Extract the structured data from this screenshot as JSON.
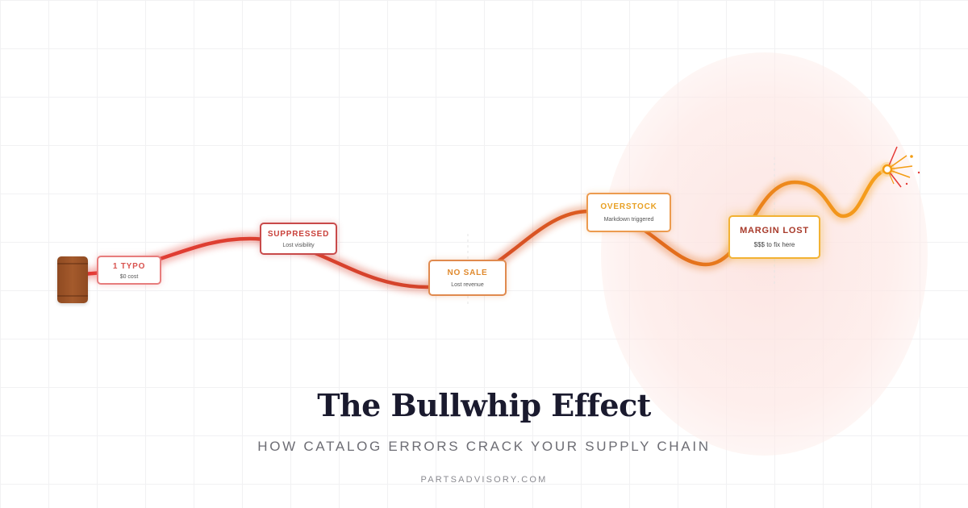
{
  "title": "The Bullwhip Effect",
  "subtitle": "HOW CATALOG ERRORS CRACK YOUR SUPPLY CHAIN",
  "site": "PARTSADVISORY.COM",
  "colors": {
    "whip_start": "#e53935",
    "whip_mid": "#d84315",
    "whip_end": "#f7a21b",
    "spark": "#f39c12"
  },
  "stages": [
    {
      "label": "1 TYPO",
      "sub": "$0 cost"
    },
    {
      "label": "SUPPRESSED",
      "sub": "Lost visibility"
    },
    {
      "label": "NO SALE",
      "sub": "Lost revenue"
    },
    {
      "label": "OVERSTOCK",
      "sub": "Markdown triggered"
    },
    {
      "label": "MARGIN LOST",
      "sub": "$$$ to fix here"
    }
  ]
}
